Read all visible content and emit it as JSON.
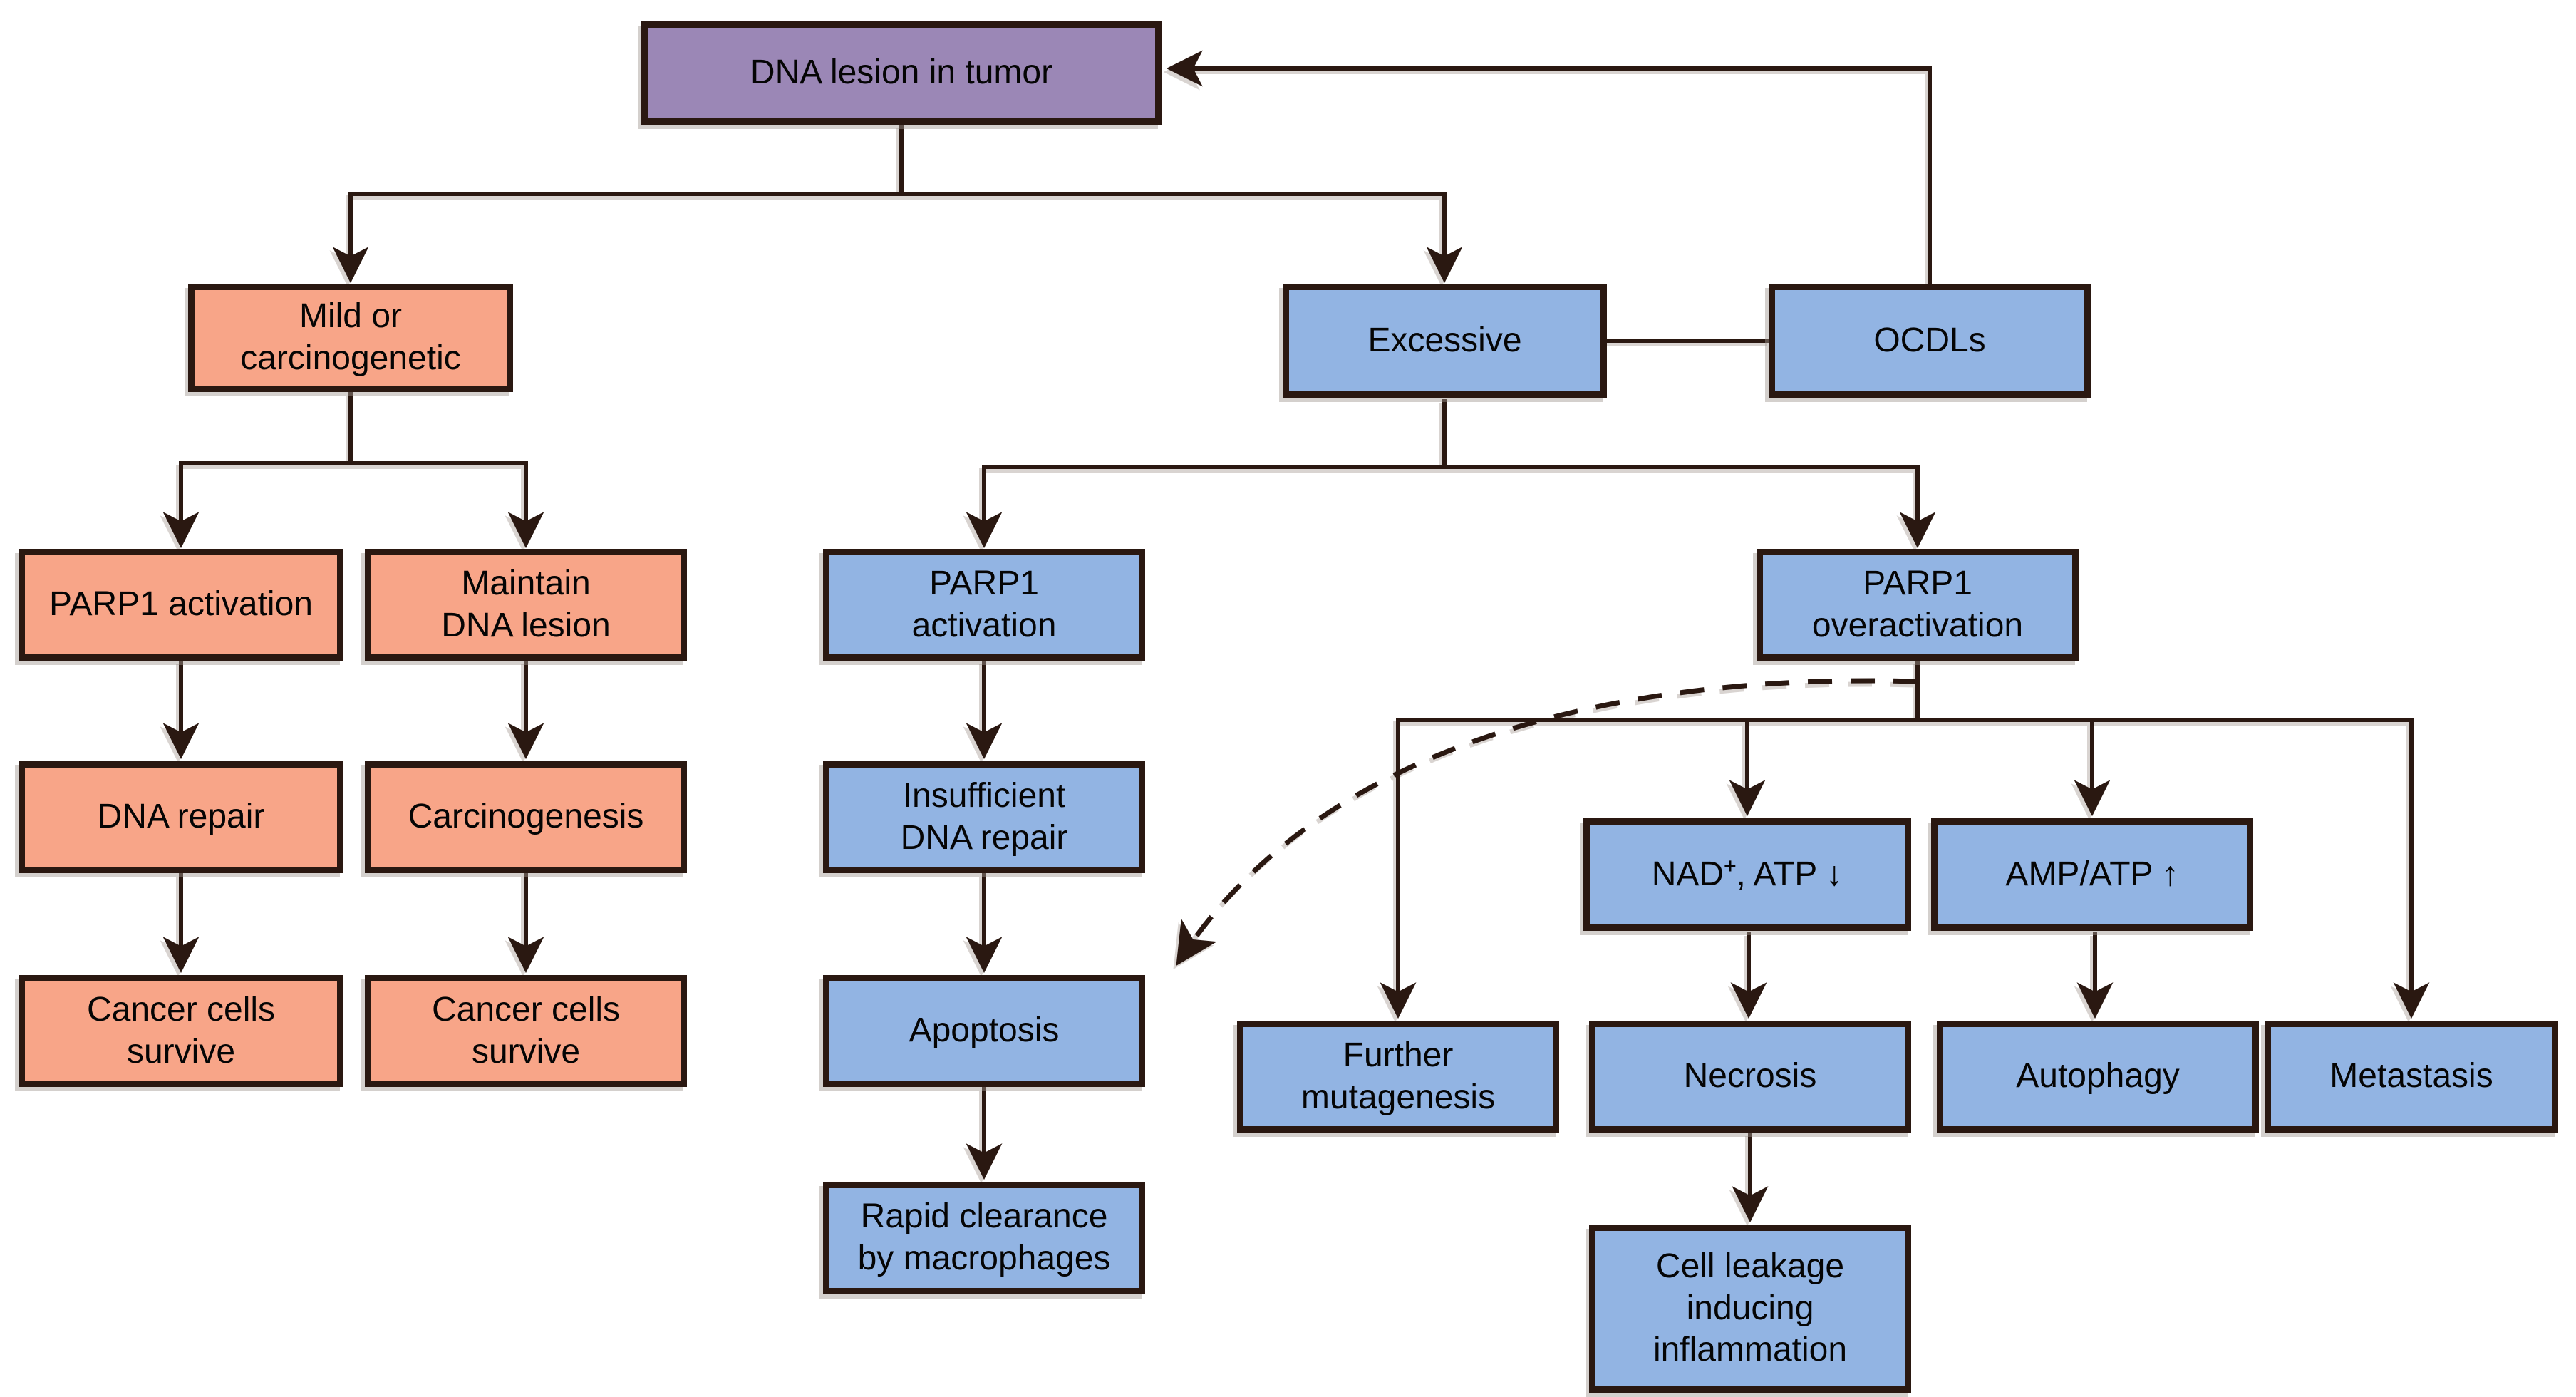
{
  "diagram": {
    "nodes": {
      "dna_lesion": "DNA lesion in tumor",
      "mild": "Mild or\ncarcinogenetic",
      "parp1_activation_left": "PARP1 activation",
      "maintain_dna_lesion": "Maintain\nDNA lesion",
      "dna_repair": "DNA repair",
      "carcinogenesis": "Carcinogenesis",
      "cancer_cells_survive_1": "Cancer cells\nsurvive",
      "cancer_cells_survive_2": "Cancer cells\nsurvive",
      "excessive": "Excessive",
      "ocdls": "OCDLs",
      "parp1_activation_mid": "PARP1\nactivation",
      "insufficient_dna_repair": "Insufficient\nDNA repair",
      "apoptosis": "Apoptosis",
      "rapid_clearance": "Rapid clearance\nby macrophages",
      "parp1_overactivation": "PARP1\noveractivation",
      "nad_atp": {
        "base": "NAD",
        "sup": "+",
        "rest": ", ATP",
        "arrow": "↓"
      },
      "amp_atp": {
        "text": "AMP/ATP",
        "arrow": "↑"
      },
      "further_mutagenesis": "Further\nmutagenesis",
      "necrosis": "Necrosis",
      "autophagy": "Autophagy",
      "metastasis": "Metastasis",
      "cell_leakage": "Cell leakage\ninducing\ninflammation"
    },
    "colors": {
      "purple": "#9b87b6",
      "salmon": "#f8a588",
      "blue": "#92b4e3",
      "line": "#2a1811"
    }
  }
}
